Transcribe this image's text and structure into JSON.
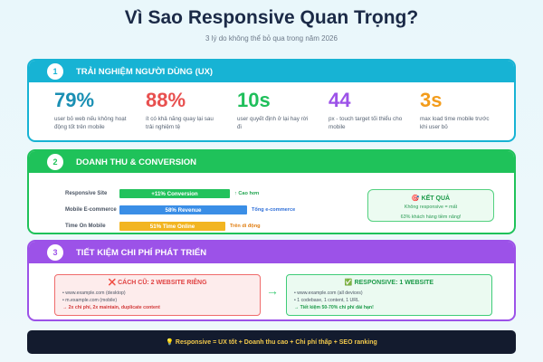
{
  "title": "Vì Sao Responsive Quan Trọng?",
  "subtitle": "3 lý do không thể bỏ qua trong năm 2026",
  "sections": {
    "ux": {
      "number": "1",
      "heading": "TRẢI NGHIỆM NGƯỜI DÙNG (UX)",
      "color": "#17b3d4",
      "stats": [
        {
          "value": "79%",
          "desc": "user bỏ web nếu không hoạt động tốt trên mobile",
          "color": "#1a8fb3"
        },
        {
          "value": "88%",
          "desc": "ít có khả năng quay lại sau trải nghiệm tệ",
          "color": "#e8504f"
        },
        {
          "value": "10s",
          "desc": "user quyết định ở lại hay rời đi",
          "color": "#1fbf5b"
        },
        {
          "value": "44",
          "desc": "px - touch target tối thiểu cho mobile",
          "color": "#9c52e8"
        },
        {
          "value": "3s",
          "desc": "max load time mobile trước khi user bỏ",
          "color": "#f39c1b"
        }
      ]
    },
    "revenue": {
      "number": "2",
      "heading": "DOANH THU & CONVERSION",
      "color": "#1fc25a",
      "bars": [
        {
          "label": "Responsive Site",
          "text": "+11% Conversion",
          "note": "↑ Cao hơn",
          "fraction": 0.72,
          "color": "#22c25c",
          "note_color": "#22a550"
        },
        {
          "label": "Mobile E-commerce",
          "text": "58% Revenue",
          "note": "Tổng e-commerce",
          "fraction": 0.83,
          "color": "#3a8ee6",
          "note_color": "#2f6fd8"
        },
        {
          "label": "Time On Mobile",
          "text": "51% Time Online",
          "note": "Trên di động",
          "fraction": 0.69,
          "color": "#f2b521",
          "note_color": "#e07d10"
        }
      ],
      "result": {
        "title": "🎯 KẾT QUẢ",
        "line1": "Không responsive = mất",
        "line2": "63% khách hàng tiềm năng!"
      }
    },
    "cost": {
      "number": "3",
      "heading": "TIẾT KIỆM CHI PHÍ PHÁT TRIỂN",
      "color": "#9c52e8",
      "old": {
        "title": "❌ CÁCH CŨ: 2 WEBSITE RIÊNG",
        "line1": "• www.example.com (desktop)",
        "line2": "• m.example.com (mobile)",
        "line3": "→ 2x chi phí, 2x maintain, duplicate content"
      },
      "arrow": "→",
      "new": {
        "title": "✅ RESPONSIVE: 1 WEBSITE",
        "line1": "• www.example.com (all devices)",
        "line2": "• 1 codebase, 1 content, 1 URL",
        "line3": "→ Tiết kiệm 50-70% chi phí dài hạn!"
      }
    }
  },
  "footer": "💡 Responsive = UX tốt + Doanh thu cao + Chi phí thấp + SEO ranking"
}
